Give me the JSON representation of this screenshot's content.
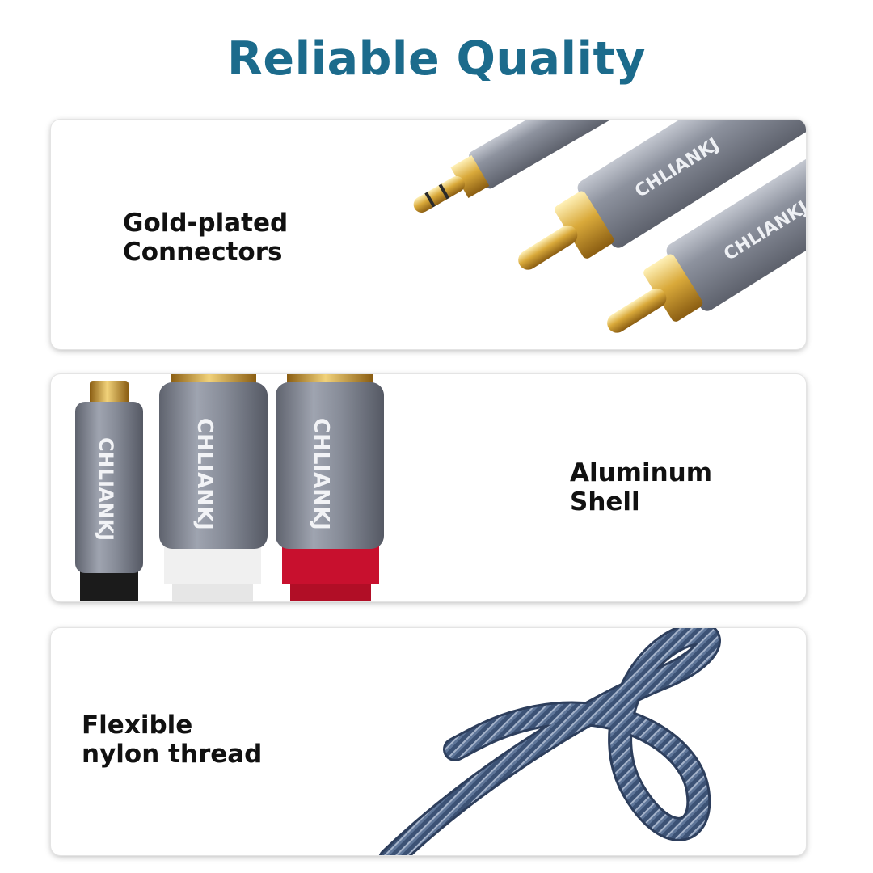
{
  "title": "Reliable Quality",
  "brand": "CHLIANKJ",
  "features": [
    {
      "line1": "Gold-plated",
      "line2": "Connectors",
      "icon": "rca-connectors-image"
    },
    {
      "line1": "Aluminum",
      "line2": "Shell",
      "icon": "aluminum-plugs-image"
    },
    {
      "line1": "Flexible",
      "line2": "nylon thread",
      "icon": "braided-cable-image"
    }
  ],
  "colors": {
    "title": "#1c6b8c",
    "gold": "#d4a437",
    "aluminum": "#8a8f9c",
    "red": "#c8102e",
    "braid": "#3c5275"
  }
}
